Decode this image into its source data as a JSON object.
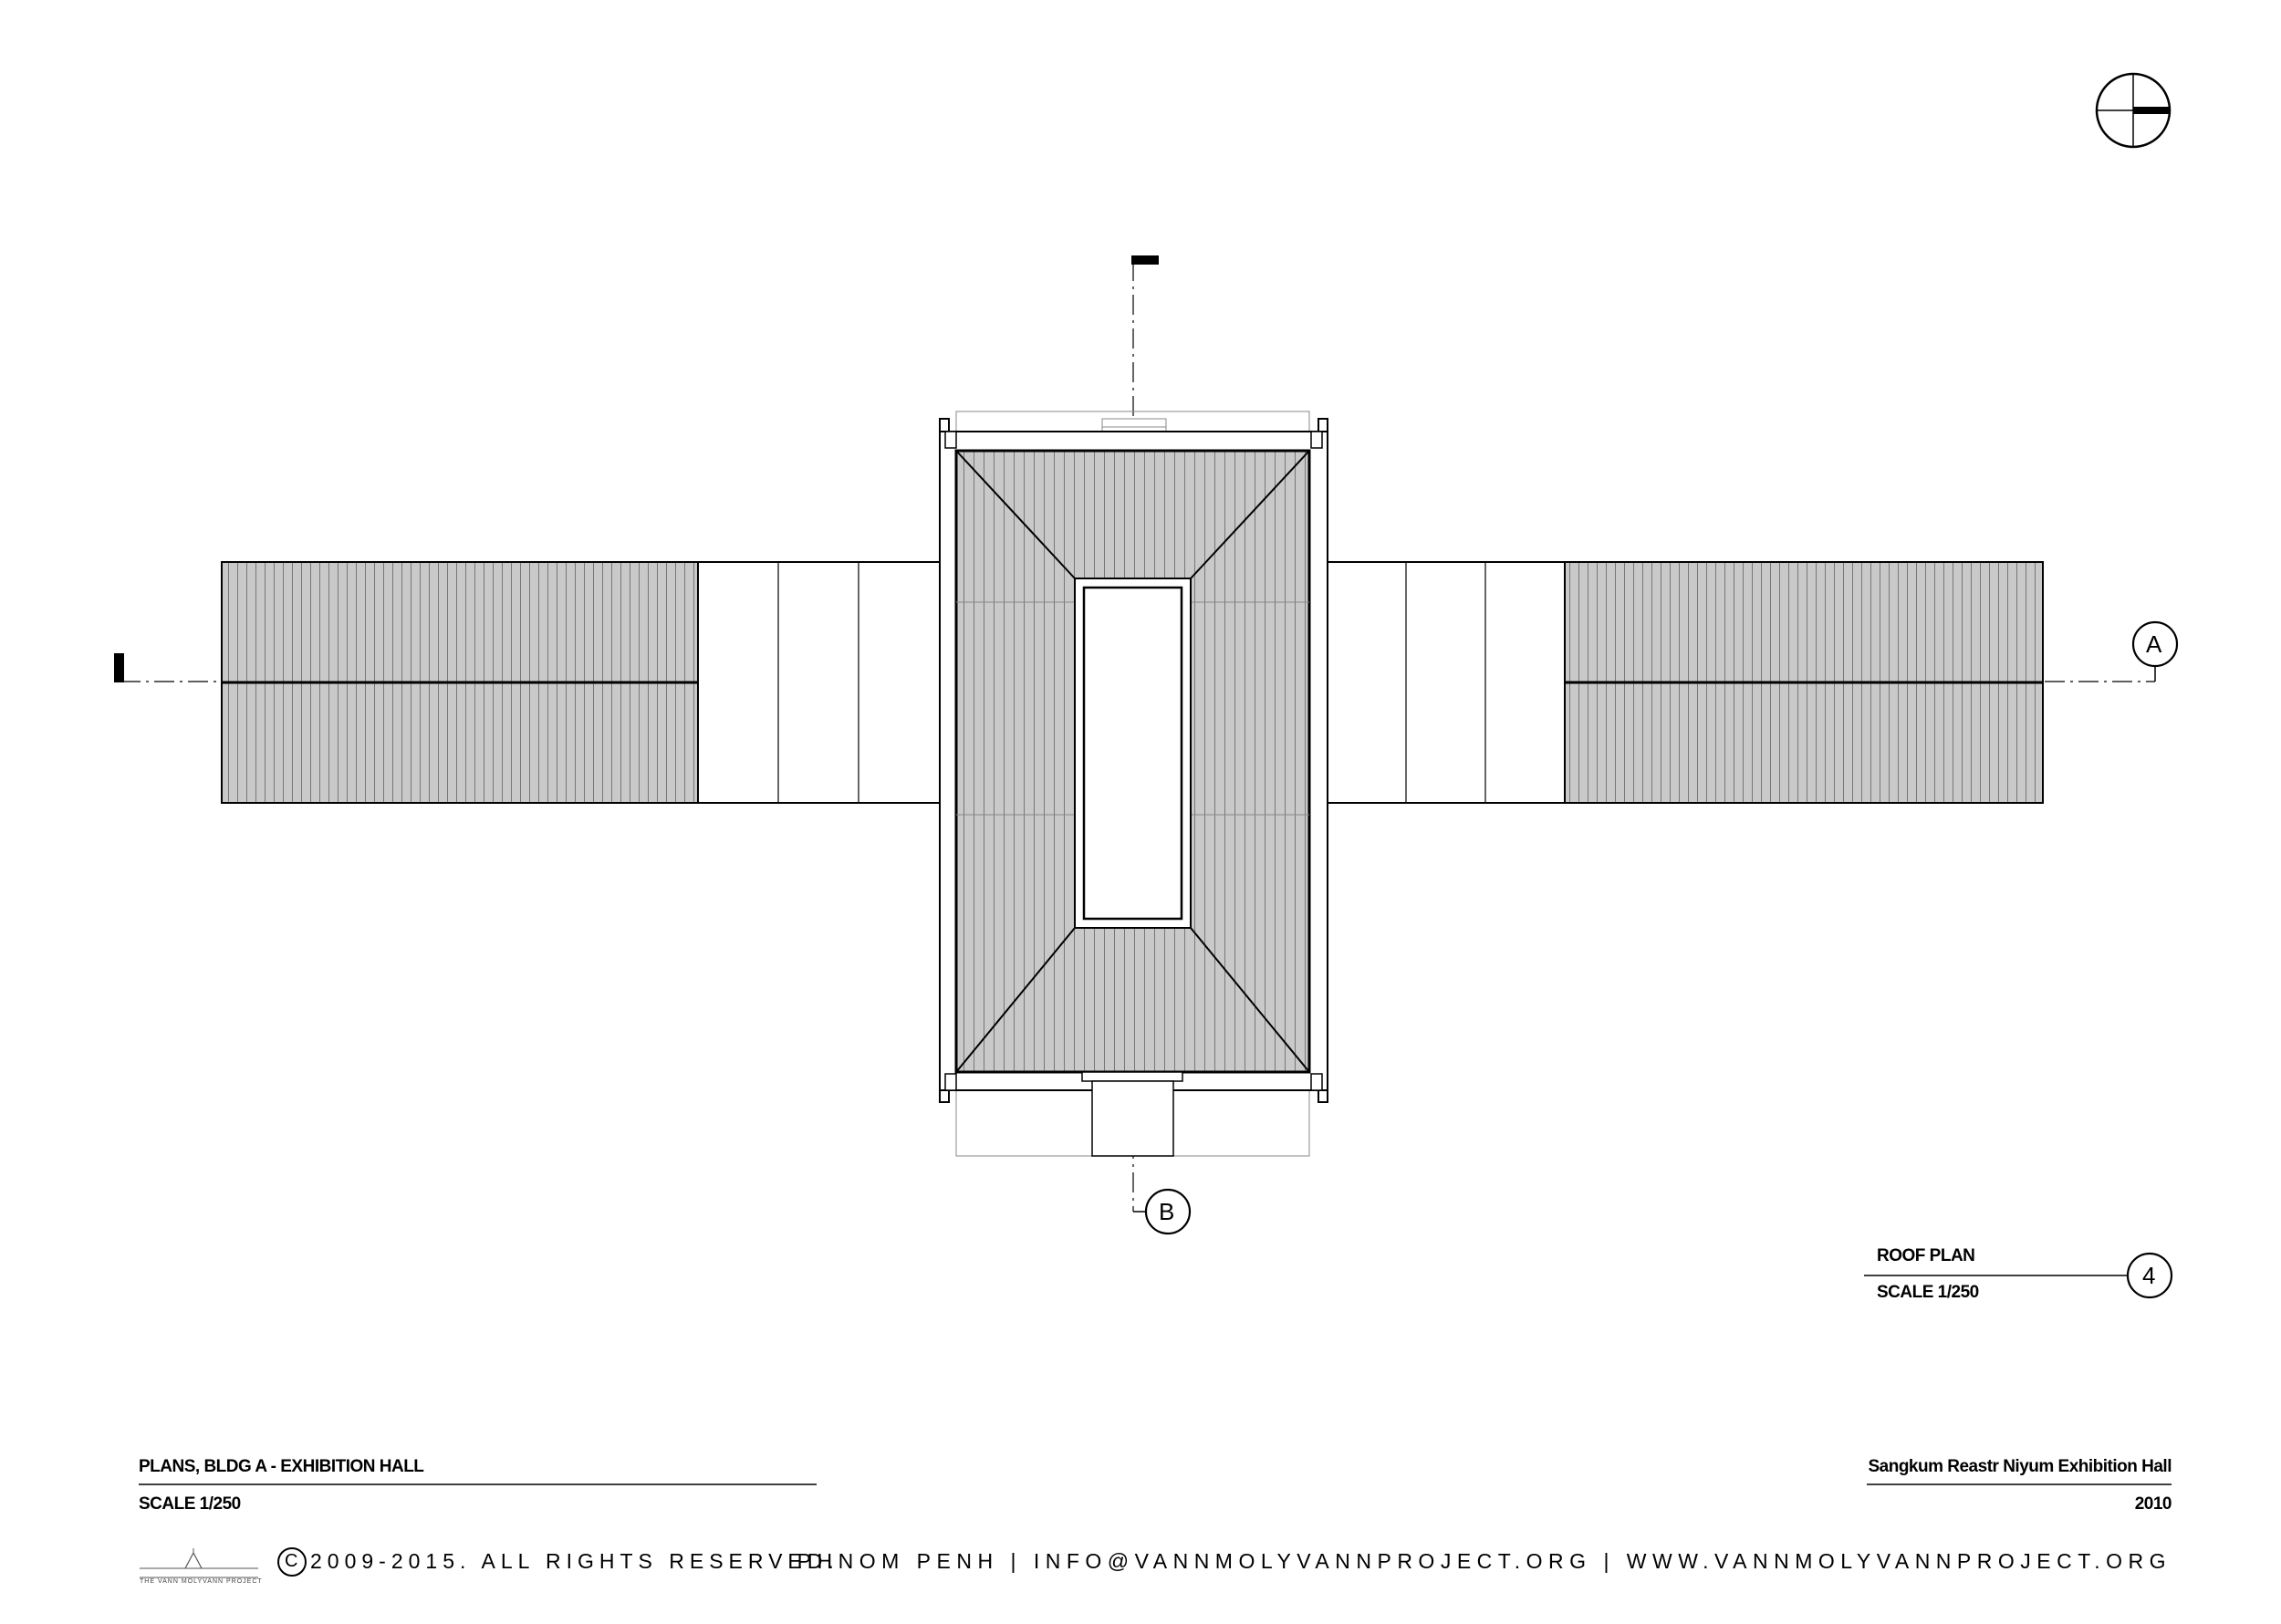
{
  "sheet": {
    "title": "PLANS, BLDG A - EXHIBITION HALL",
    "scale": "SCALE   1/250",
    "project": "Sangkum Reastr Niyum Exhibition Hall",
    "year": "2010"
  },
  "drawing": {
    "view_title": "ROOF PLAN",
    "view_scale": "SCALE   1/250",
    "view_number": "4",
    "section_markers": [
      "A",
      "B"
    ]
  },
  "footer": {
    "copyright": "2009-2015. ALL RIGHTS RESERVED.",
    "copyright_symbol": "C",
    "contact": "PHNOM PENH  |  INFO@VANNMOLYVANNPROJECT.ORG  |  WWW.VANNMOLYVANNPROJECT.ORG",
    "logo_text": "THE VANN MOLYVANN PROJECT"
  },
  "colors": {
    "roof_fill": "#c9c9c9",
    "line": "#000000",
    "thin_line": "#777777"
  },
  "icons": [
    "north-arrow-icon",
    "logo-icon"
  ]
}
